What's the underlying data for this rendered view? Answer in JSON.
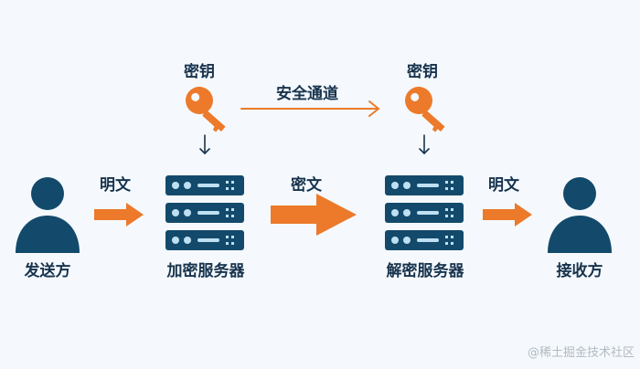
{
  "colors": {
    "navy": "#134a6b",
    "orange": "#ec7a2a",
    "text": "#17334d",
    "background": "#f5f9fd"
  },
  "labels": {
    "sender": "发送方",
    "receiver": "接收方",
    "encrypt_server": "加密服务器",
    "decrypt_server": "解密服务器",
    "key_left": "密钥",
    "key_right": "密钥",
    "secure_channel": "安全通道",
    "plaintext_in": "明文",
    "ciphertext": "密文",
    "plaintext_out": "明文"
  },
  "icons": {
    "sender": "person-icon",
    "receiver": "person-icon",
    "encrypt_server": "server-stack-icon",
    "decrypt_server": "server-stack-icon",
    "key_left": "key-icon",
    "key_right": "key-icon"
  },
  "watermark": "@稀土掘金技术社区"
}
